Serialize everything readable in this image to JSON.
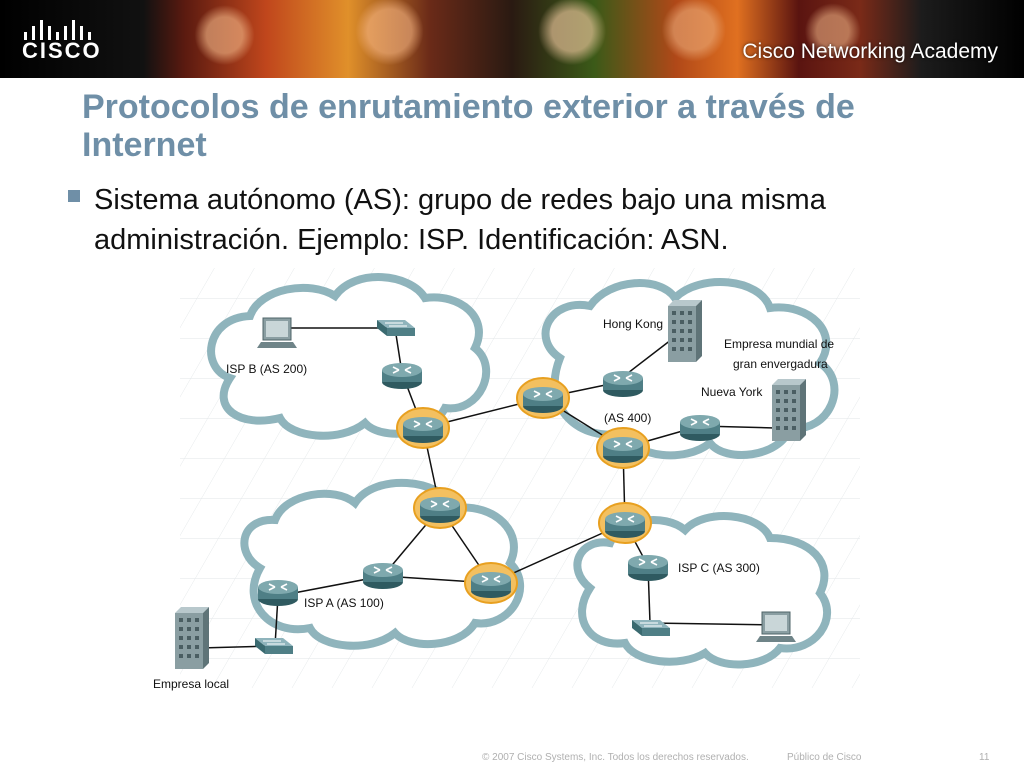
{
  "header": {
    "logo_text": "CISCO",
    "academy_text": "Cisco Networking Academy"
  },
  "slide": {
    "title": "Protocolos de enrutamiento exterior a través de Internet",
    "bullet": "Sistema autónomo (AS): grupo de redes bajo una misma administración. Ejemplo: ISP. Identificación: ASN."
  },
  "diagram": {
    "labels": {
      "isp_b": "ISP B (AS 200)",
      "hong_kong": "Hong Kong",
      "empresa_mundial_1": "Empresa mundial de",
      "empresa_mundial_2": "gran envergadura",
      "nueva_york": "Nueva York",
      "as_400": "(AS 400)",
      "isp_c": "ISP C (AS 300)",
      "isp_a": "ISP A (AS 100)",
      "empresa_local": "Empresa local"
    },
    "colors": {
      "cloud_border": "#8fb4bc",
      "cloud_fill": "#ffffff",
      "router": "#4f7f86",
      "border_glow": "#e8a020",
      "building": "#8a9ea2"
    }
  },
  "footer": {
    "copyright": "© 2007 Cisco Systems, Inc. Todos los derechos reservados.",
    "classification": "Público de Cisco",
    "page": "11"
  }
}
